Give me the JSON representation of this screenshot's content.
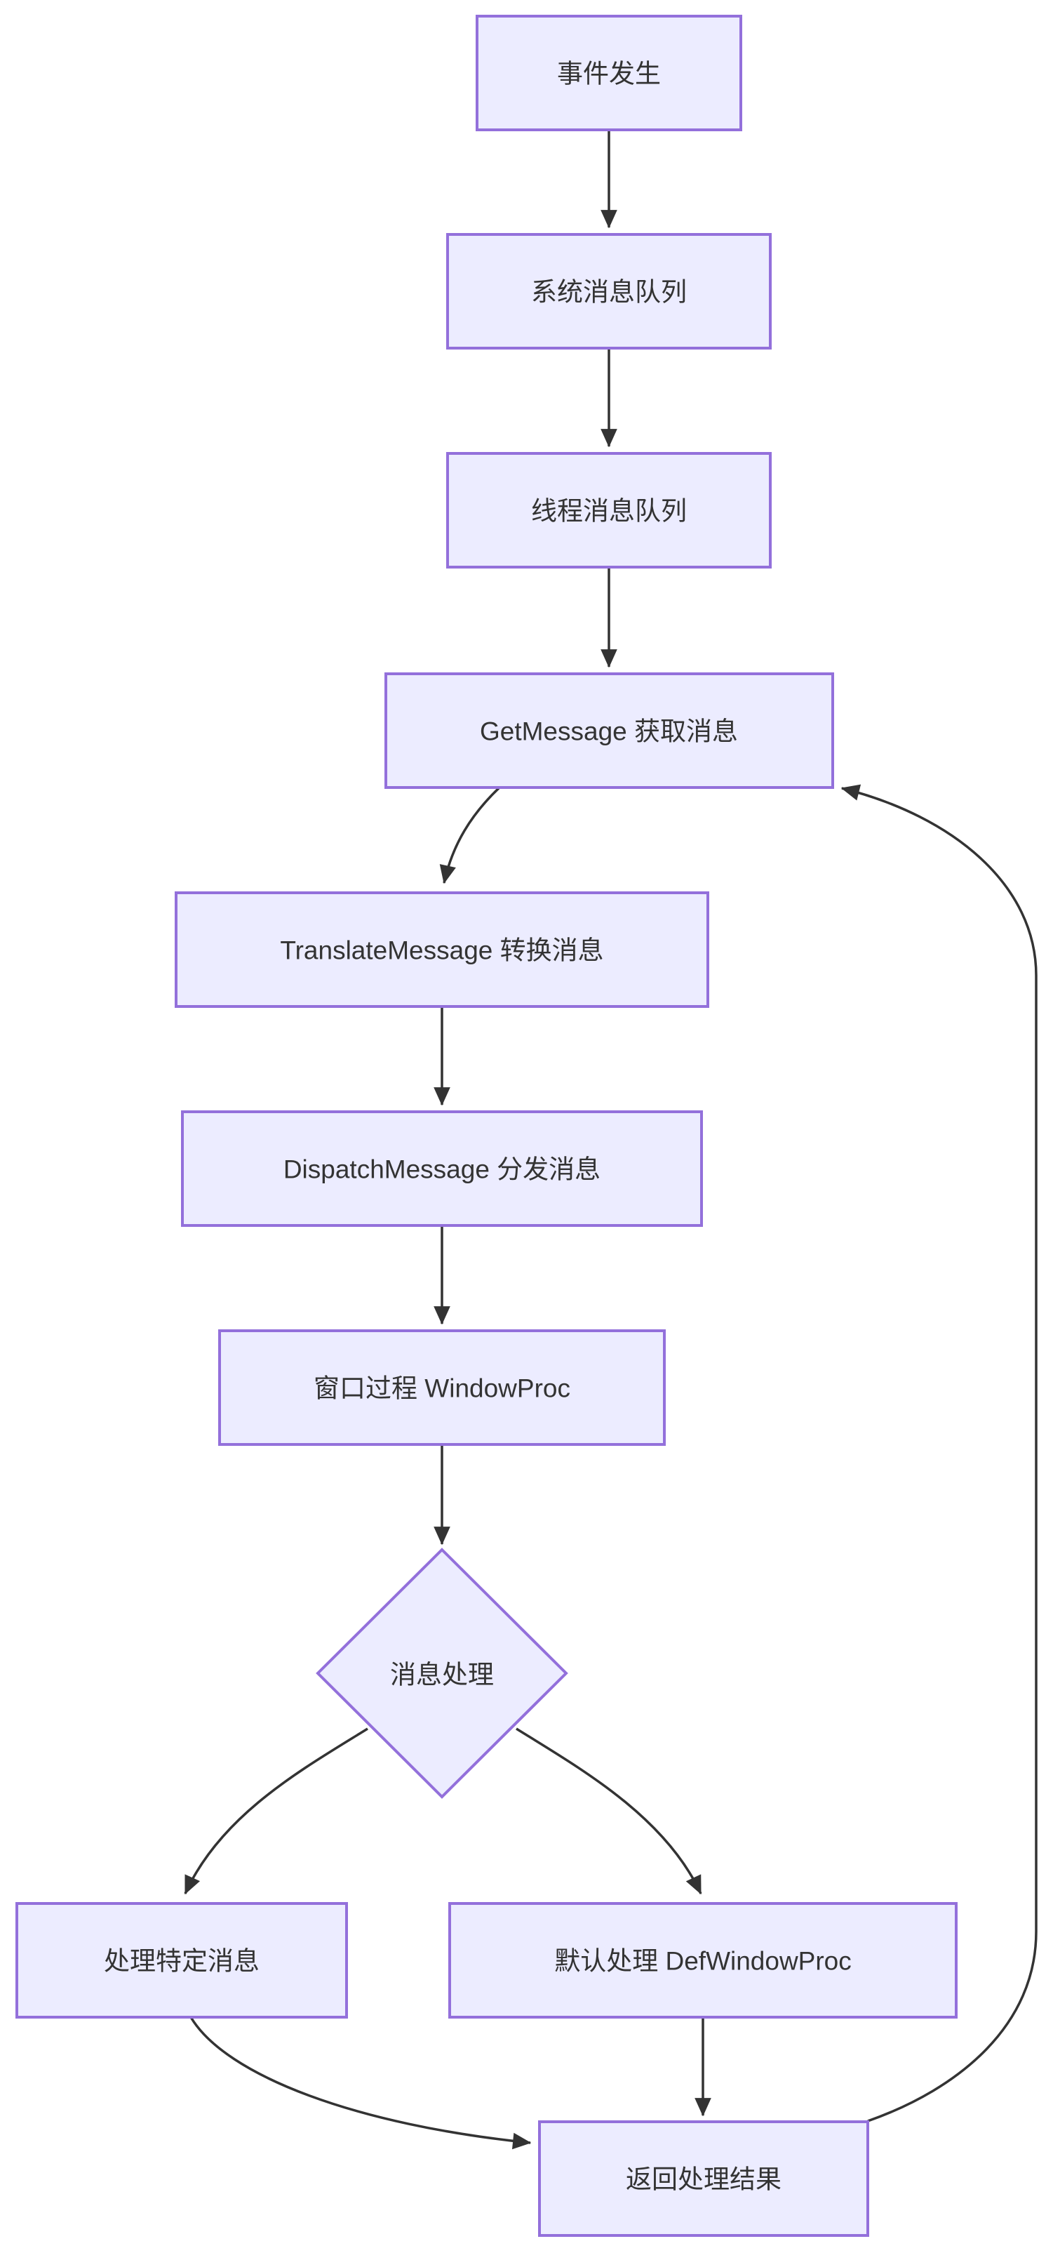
{
  "diagram_type": "flowchart-top-down",
  "colors": {
    "background": "#ffffff",
    "node_fill": "#ECECFF",
    "node_border": "#9370DB",
    "edge": "#333333",
    "text": "#333333"
  },
  "nodes": {
    "event": {
      "label": "事件发生",
      "shape": "rect"
    },
    "system_queue": {
      "label": "系统消息队列",
      "shape": "rect"
    },
    "thread_queue": {
      "label": "线程消息队列",
      "shape": "rect"
    },
    "get_message": {
      "label": "GetMessage 获取消息",
      "shape": "rect"
    },
    "translate_message": {
      "label": "TranslateMessage 转换消息",
      "shape": "rect"
    },
    "dispatch_message": {
      "label": "DispatchMessage 分发消息",
      "shape": "rect"
    },
    "window_proc": {
      "label": "窗口过程 WindowProc",
      "shape": "rect"
    },
    "message_handling": {
      "label": "消息处理",
      "shape": "diamond"
    },
    "handle_specific": {
      "label": "处理特定消息",
      "shape": "rect"
    },
    "default_proc": {
      "label": "默认处理 DefWindowProc",
      "shape": "rect"
    },
    "return_result": {
      "label": "返回处理结果",
      "shape": "rect"
    }
  },
  "edges": [
    {
      "from": "event",
      "to": "system_queue"
    },
    {
      "from": "system_queue",
      "to": "thread_queue"
    },
    {
      "from": "thread_queue",
      "to": "get_message"
    },
    {
      "from": "get_message",
      "to": "translate_message"
    },
    {
      "from": "translate_message",
      "to": "dispatch_message"
    },
    {
      "from": "dispatch_message",
      "to": "window_proc"
    },
    {
      "from": "window_proc",
      "to": "message_handling"
    },
    {
      "from": "message_handling",
      "to": "handle_specific"
    },
    {
      "from": "message_handling",
      "to": "default_proc"
    },
    {
      "from": "handle_specific",
      "to": "return_result"
    },
    {
      "from": "default_proc",
      "to": "return_result"
    },
    {
      "from": "return_result",
      "to": "get_message"
    }
  ]
}
